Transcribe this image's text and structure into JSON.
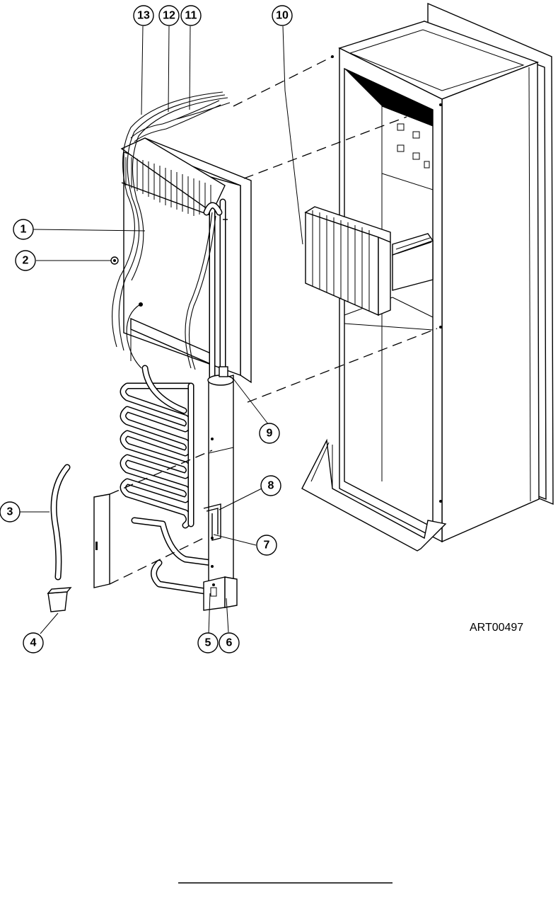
{
  "figure": {
    "art_code": "ART00497",
    "callouts": [
      {
        "label": "1"
      },
      {
        "label": "2"
      },
      {
        "label": "3"
      },
      {
        "label": "4"
      },
      {
        "label": "5"
      },
      {
        "label": "6"
      },
      {
        "label": "7"
      },
      {
        "label": "8"
      },
      {
        "label": "9"
      },
      {
        "label": "10"
      },
      {
        "label": "11"
      },
      {
        "label": "12"
      },
      {
        "label": "13"
      }
    ]
  }
}
